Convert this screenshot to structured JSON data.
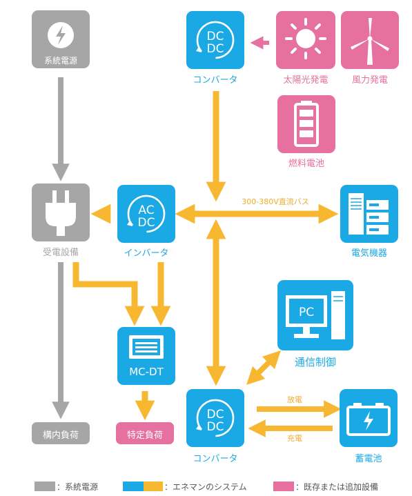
{
  "colors": {
    "grid": "#a6a6a6",
    "enemane": "#1aa9e5",
    "existing": "#e6709f",
    "flow": "#f7b731"
  },
  "nodes": {
    "grid_power": {
      "label": "系統電源",
      "icon": "lightning-icon"
    },
    "converter_top": {
      "label": "コンバータ",
      "icon_text": [
        "DC",
        "DC"
      ]
    },
    "solar": {
      "label": "太陽光発電",
      "icon": "sun-icon"
    },
    "wind": {
      "label": "風力発電",
      "icon": "wind-turbine-icon"
    },
    "fuel_cell": {
      "label": "燃料電池",
      "icon": "battery-icon"
    },
    "power_receiving": {
      "label": "受電設備",
      "icon": "plug-icon"
    },
    "inverter": {
      "label": "インバータ",
      "icon_text": [
        "AC",
        "DC"
      ]
    },
    "electric_equipment": {
      "label": "電気機器",
      "icon": "server-icon"
    },
    "pc": {
      "label": "通信制御",
      "icon_text": "PC"
    },
    "mcdt": {
      "label": "MC-DT"
    },
    "internal_load": {
      "label": "構内負荷"
    },
    "specific_load": {
      "label": "特定負荷"
    },
    "converter_bottom": {
      "label": "コンバータ",
      "icon_text": [
        "DC",
        "DC"
      ]
    },
    "storage_battery": {
      "label": "蓄電池",
      "icon": "car-battery-icon"
    }
  },
  "bus_label": "300-380V直流バス",
  "flows": {
    "discharge": "放電",
    "charge": "充電"
  },
  "legend": [
    {
      "label": "：系統電源",
      "colors": [
        "#a6a6a6"
      ]
    },
    {
      "label": "：エネマンのシステム",
      "colors": [
        "#1aa9e5",
        "#f7b731"
      ]
    },
    {
      "label": "：既存または追加設備",
      "colors": [
        "#e6709f"
      ]
    }
  ]
}
